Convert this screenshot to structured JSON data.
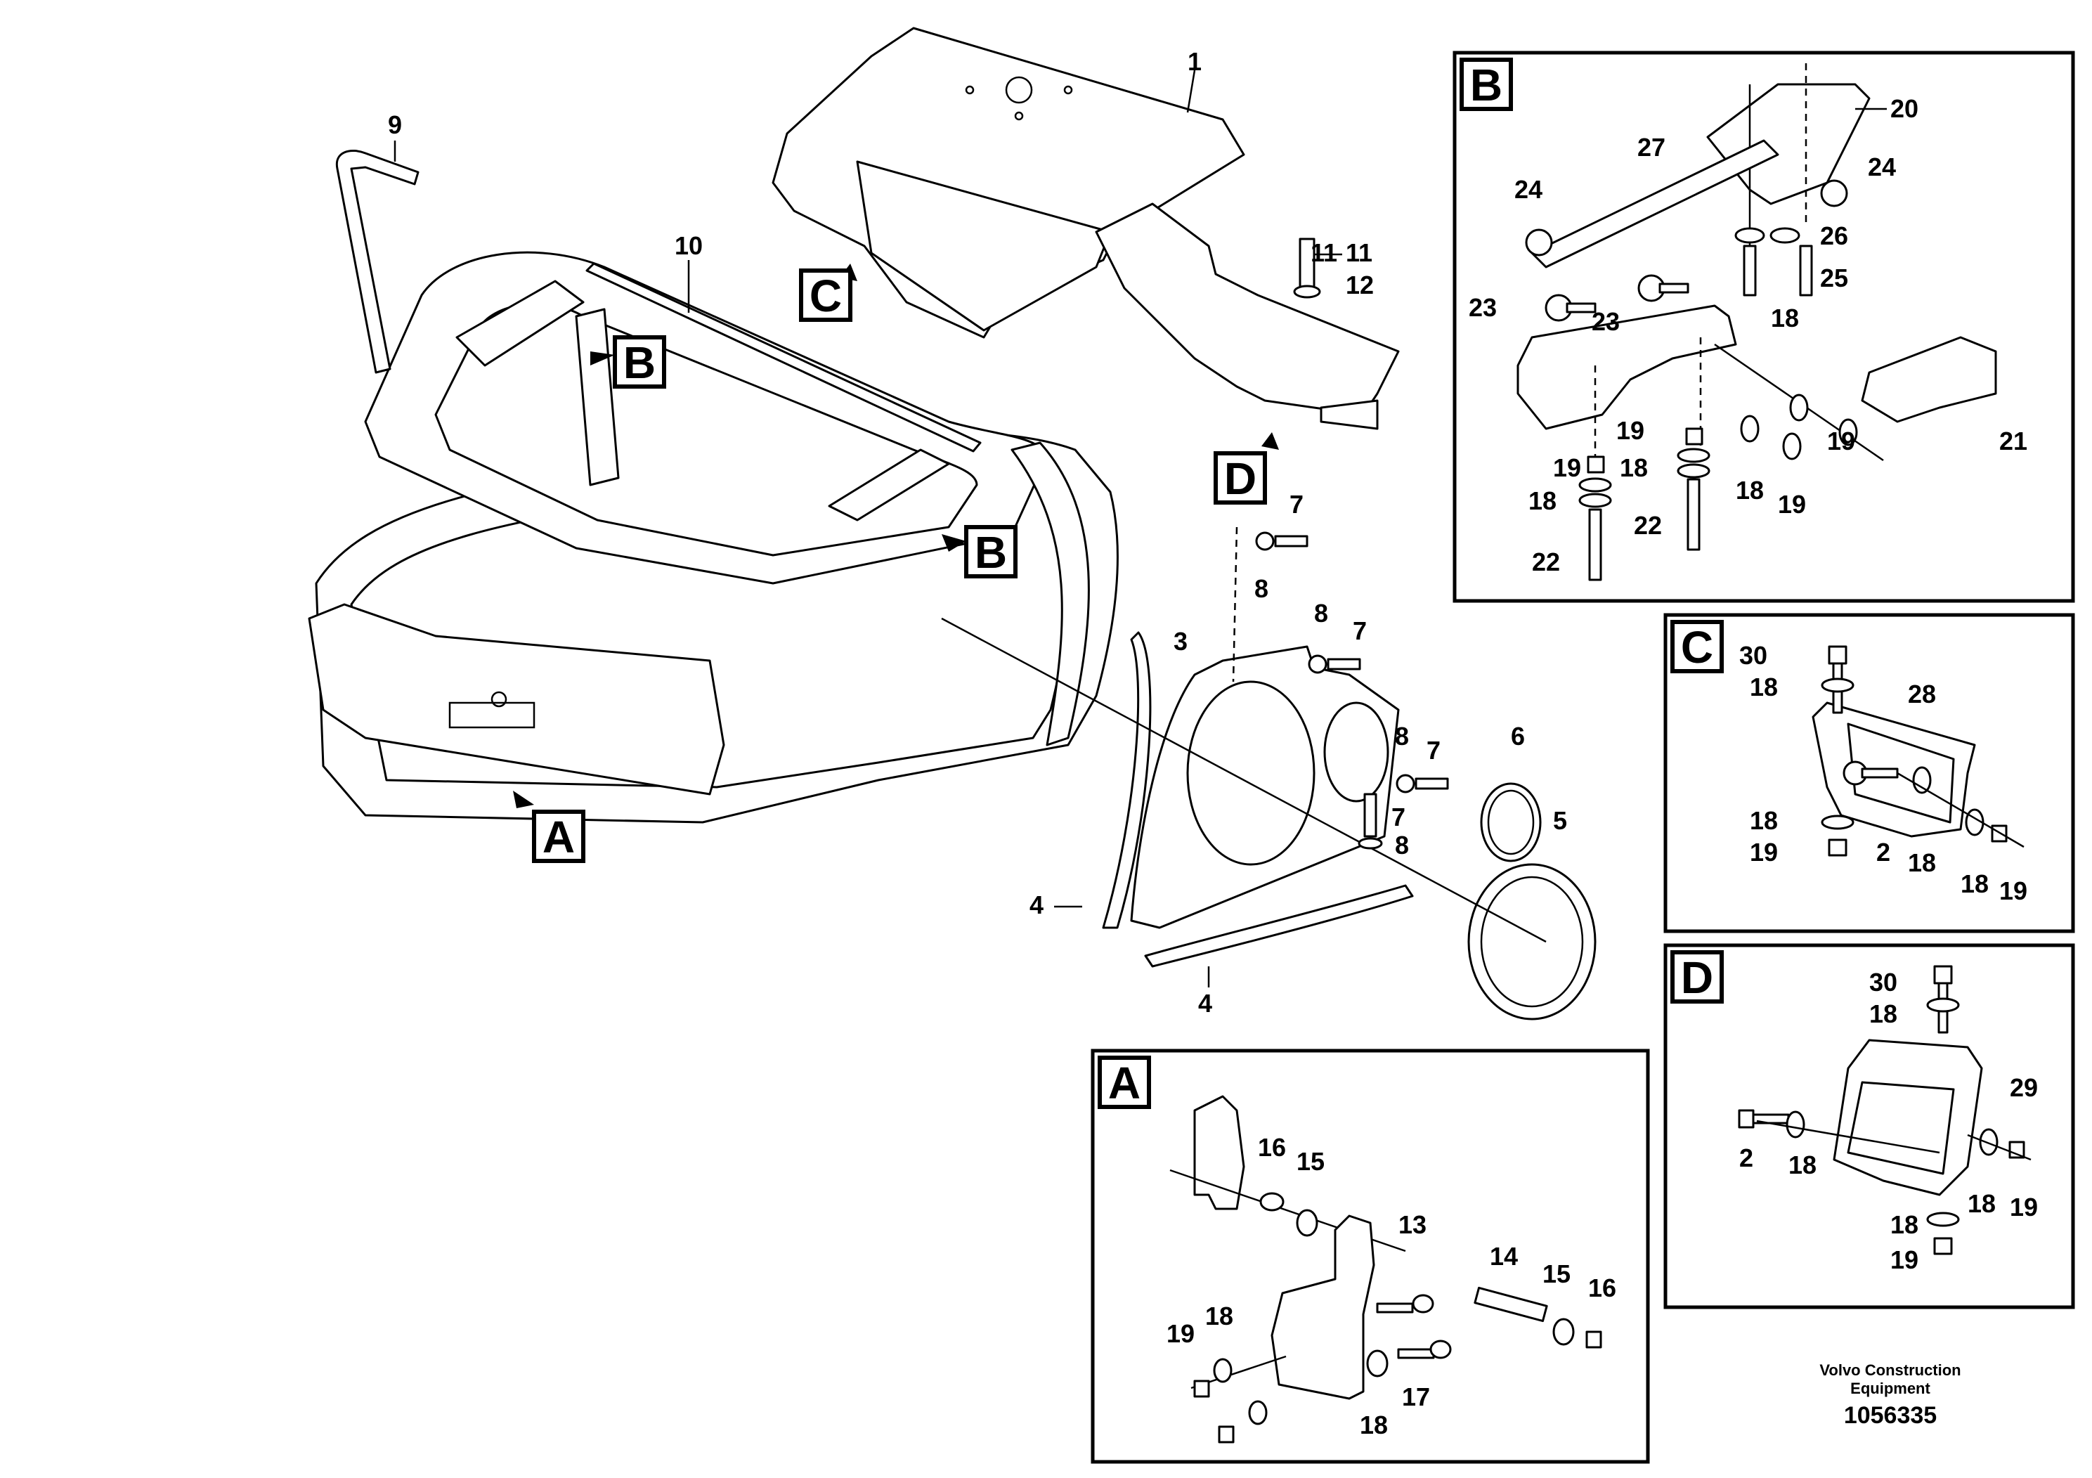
{
  "detail_labels": {
    "a": "A",
    "b": "B",
    "c": "C",
    "d": "D"
  },
  "part_numbers": {
    "p1": "1",
    "p2": "2",
    "p3": "3",
    "p4": "4",
    "p5": "5",
    "p6": "6",
    "p7": "7",
    "p8": "8",
    "p9": "9",
    "p10": "10",
    "p11": "11",
    "p12": "12",
    "p13": "13",
    "p14": "14",
    "p15": "15",
    "p16": "16",
    "p17": "17",
    "p18": "18",
    "p19": "19",
    "p20": "20",
    "p21": "21",
    "p22": "22",
    "p23": "23",
    "p24": "24",
    "p25": "25",
    "p26": "26",
    "p27": "27",
    "p28": "28",
    "p29": "29",
    "p30": "30"
  },
  "footer": {
    "company_line1": "Volvo Construction",
    "company_line2": "Equipment",
    "drawing_number": "1056335"
  }
}
